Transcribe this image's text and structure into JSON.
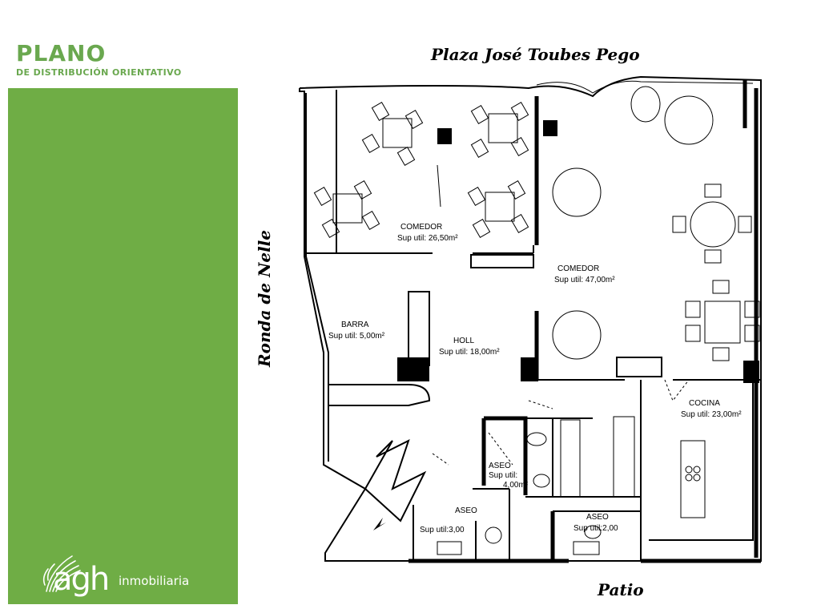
{
  "header": {
    "title": "PLANO",
    "subtitle": "DE DISTRIBUCIÓN ORIENTATIVO"
  },
  "brand": {
    "name": "agh",
    "suffix": "inmobiliaria"
  },
  "streets": {
    "top": "Plaza José Toubes Pego",
    "left": "Ronda de Nelle",
    "bottom": "Patio"
  },
  "rooms": {
    "comedor1": {
      "name": "COMEDOR",
      "area": "Sup util: 26,50m²"
    },
    "comedor2": {
      "name": "COMEDOR",
      "area": "Sup util: 47,00m²"
    },
    "barra": {
      "name": "BARRA",
      "area": "Sup util: 5,00m²"
    },
    "holl": {
      "name": "HOLL",
      "area": "Sup util: 18,00m²"
    },
    "cocina": {
      "name": "COCINA",
      "area": "Sup util: 23,00m²"
    },
    "aseo1": {
      "name": "ASEO",
      "area_line1": "Sup util:",
      "area_line2": "4,00m²"
    },
    "aseo2": {
      "name": "ASEO",
      "area": "Sup util:3,00"
    },
    "aseo3": {
      "name": "ASEO",
      "area": "Sup util:2,00"
    }
  }
}
